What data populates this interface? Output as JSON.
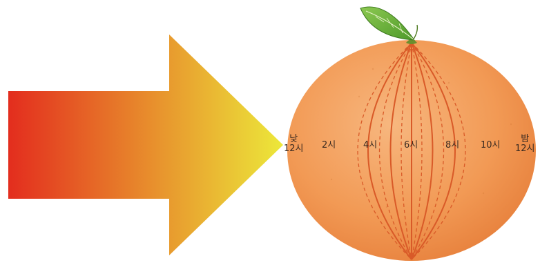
{
  "labels": {
    "noon": {
      "top": "낮",
      "bottom": "12시"
    },
    "h2": "2시",
    "h4": "4시",
    "h6": "6시",
    "h8": "8시",
    "h10": "10시",
    "midnight": {
      "top": "밤",
      "bottom": "12시"
    }
  },
  "colors": {
    "arrow_start": "#e32d1e",
    "arrow_end": "#ece83a",
    "orange_light": "#f7b77f",
    "orange_mid": "#f29a55",
    "orange_dark": "#e67e3a",
    "segment_line": "#d95a28",
    "leaf": "#4e9a2a",
    "leaf_light": "#8cc851"
  },
  "icons": {
    "arrow": "right-arrow-gradient",
    "fruit": "orange-fruit",
    "leaf": "leaf-icon"
  }
}
